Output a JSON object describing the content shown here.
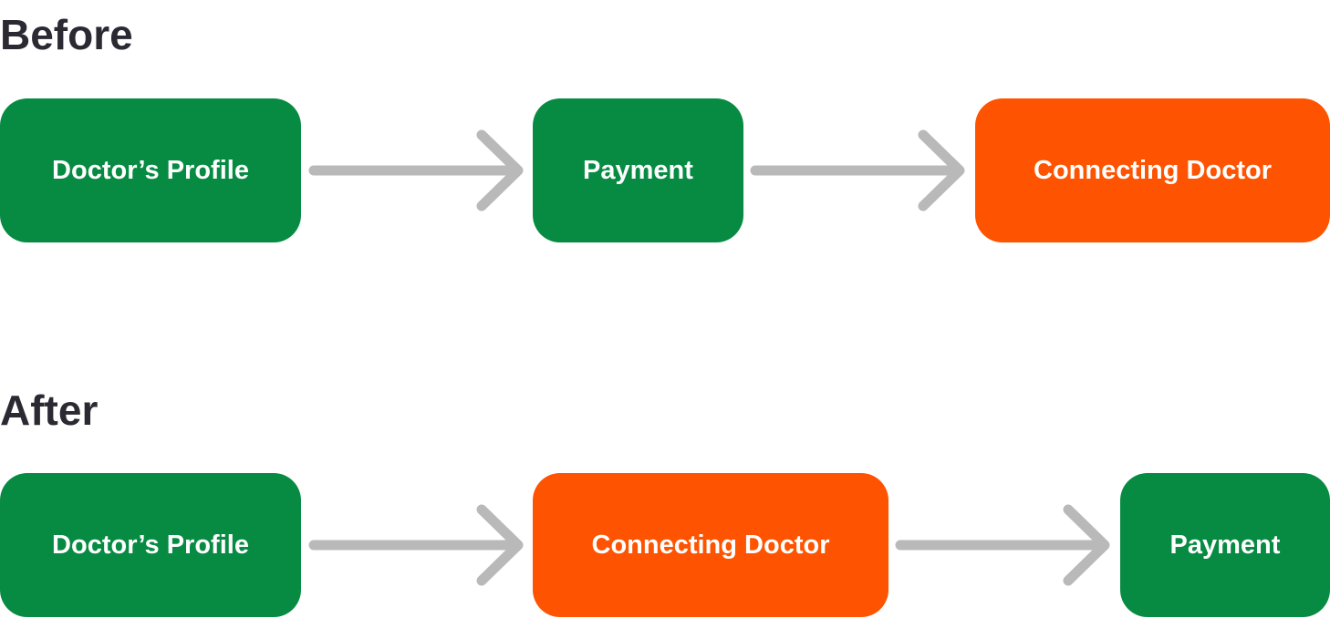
{
  "before": {
    "title": "Before",
    "steps": [
      {
        "label": "Doctor’s Profile",
        "color": "#078b42"
      },
      {
        "label": "Payment",
        "color": "#078b42"
      },
      {
        "label": "Connecting Doctor",
        "color": "#fe5300"
      }
    ]
  },
  "after": {
    "title": "After",
    "steps": [
      {
        "label": "Doctor’s Profile",
        "color": "#078b42"
      },
      {
        "label": "Connecting Doctor",
        "color": "#fe5300"
      },
      {
        "label": "Payment",
        "color": "#078b42"
      }
    ]
  },
  "colors": {
    "heading": "#2b2a33",
    "arrow": "#b9b9b9",
    "green": "#078b42",
    "orange": "#fe5300",
    "text": "#ffffff"
  },
  "icons": {
    "connector": "right-arrow-icon"
  }
}
